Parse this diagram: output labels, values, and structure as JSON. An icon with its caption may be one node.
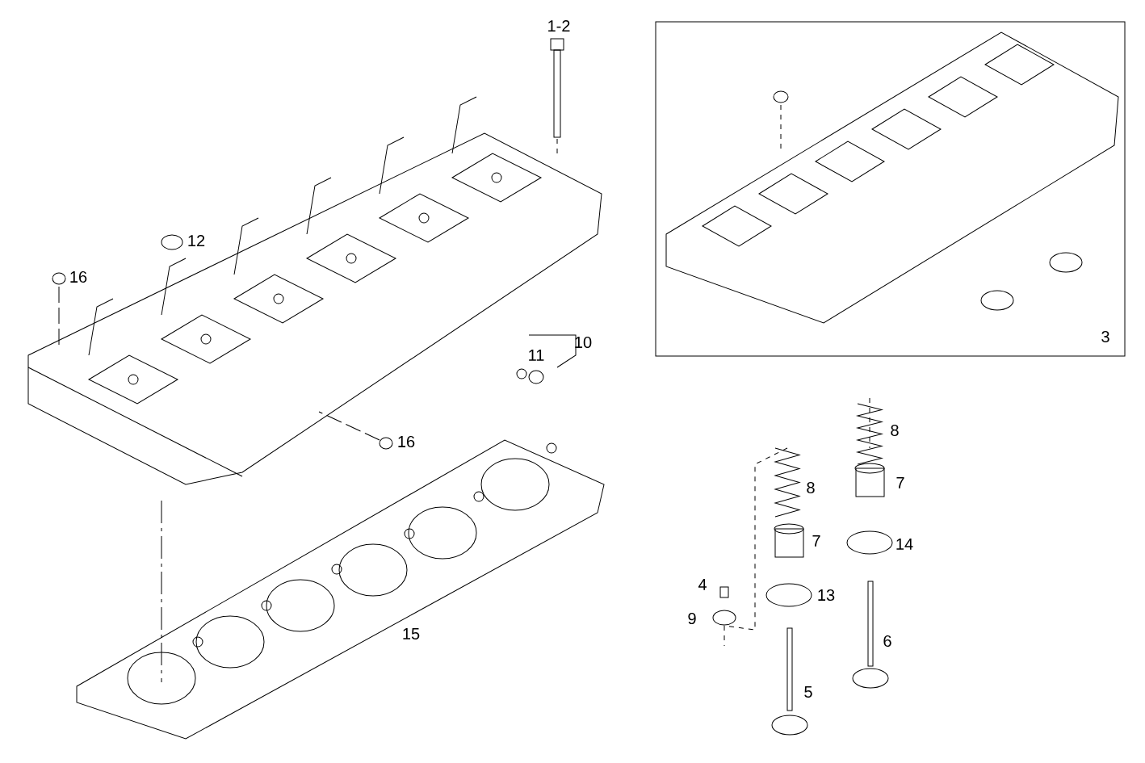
{
  "diagram": {
    "labels": [
      "1-2",
      "12",
      "16",
      "3",
      "10",
      "11",
      "16",
      "8",
      "8",
      "7",
      "7",
      "14",
      "4",
      "13",
      "9",
      "15",
      "6",
      "5"
    ]
  }
}
